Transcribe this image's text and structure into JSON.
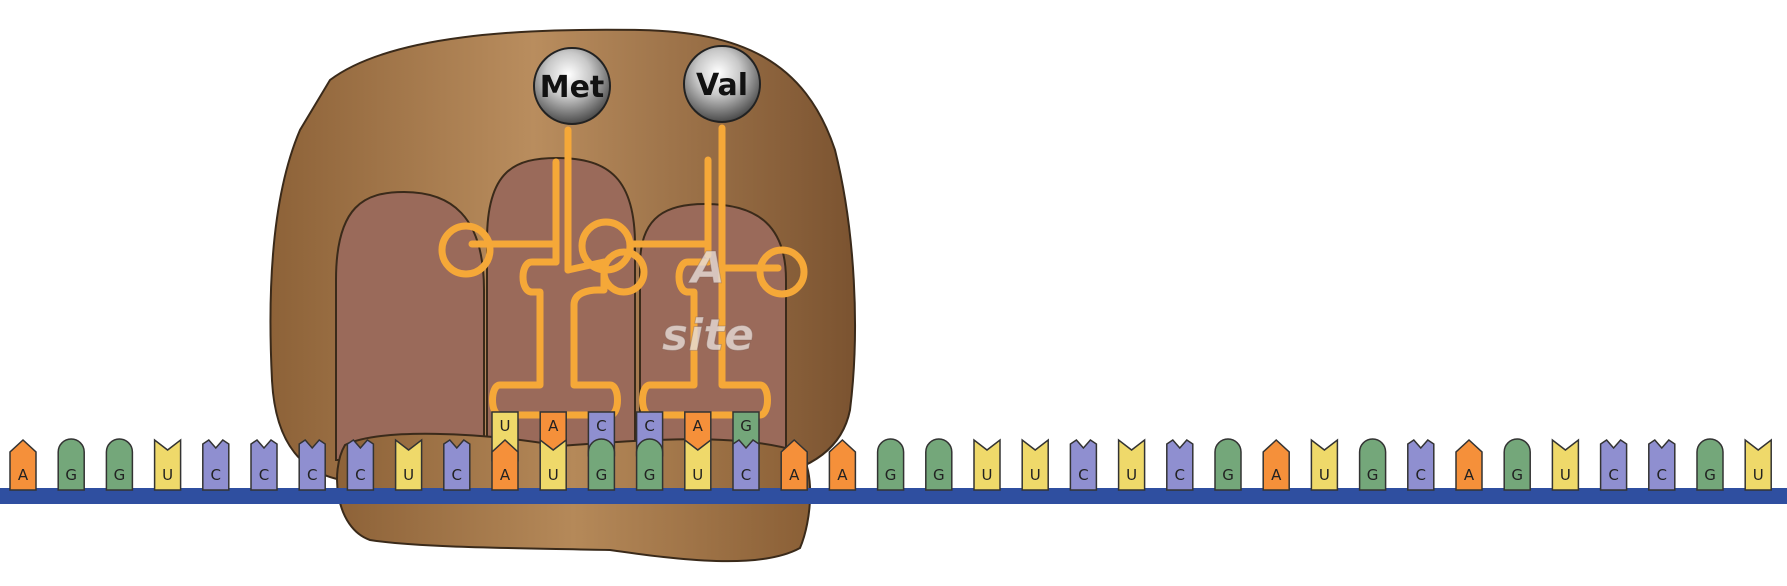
{
  "amino_acids": [
    {
      "label": "Met",
      "trna_anticodon": [
        "U",
        "A",
        "C"
      ]
    },
    {
      "label": "Val",
      "trna_anticodon": [
        "C",
        "A",
        "G"
      ]
    }
  ],
  "site_label": {
    "line1": "A",
    "line2": "site"
  },
  "mrna": [
    "A",
    "G",
    "G",
    "U",
    "C",
    "C",
    "C",
    "C",
    "U",
    "C",
    "A",
    "U",
    "G",
    "G",
    "U",
    "C",
    "A",
    "A",
    "G",
    "G",
    "U",
    "U",
    "C",
    "U",
    "C",
    "G",
    "A",
    "U",
    "G",
    "C",
    "A",
    "G",
    "U",
    "C",
    "C",
    "G",
    "U"
  ],
  "colors": {
    "A": "#f5903a",
    "G": "#74a77a",
    "U": "#efd96a",
    "C": "#8f8fd0",
    "backbone": "#2f4fa0",
    "ribosome": "#a87a4e",
    "ribosome_pocket": "#9a6a5a",
    "trna": "#f5a838"
  }
}
